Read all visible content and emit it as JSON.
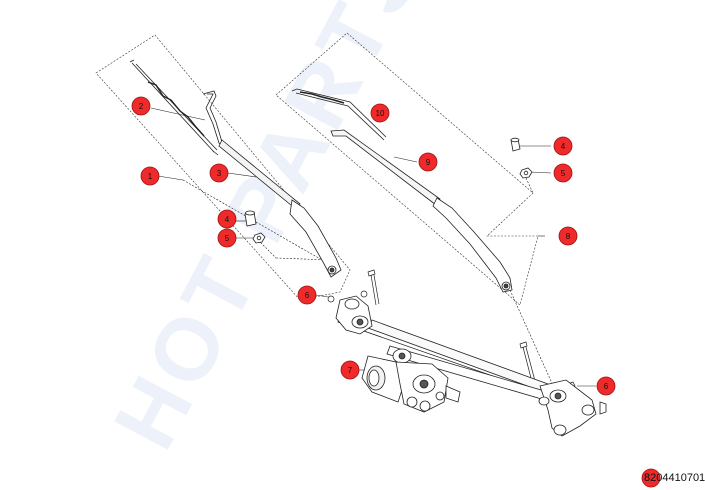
{
  "watermark": {
    "text": "HOT PARTS",
    "color": "#dfe6f7"
  },
  "callout_color": "#ee2a2a",
  "callouts": [
    {
      "id": "c1",
      "label": "1"
    },
    {
      "id": "c2",
      "label": "2"
    },
    {
      "id": "c3",
      "label": "3"
    },
    {
      "id": "c4a",
      "label": "4"
    },
    {
      "id": "c5a",
      "label": "5"
    },
    {
      "id": "c6a",
      "label": "6"
    },
    {
      "id": "c7",
      "label": "7"
    },
    {
      "id": "c10",
      "label": "10"
    },
    {
      "id": "c9",
      "label": "9"
    },
    {
      "id": "c4b",
      "label": "4"
    },
    {
      "id": "c5b",
      "label": "5"
    },
    {
      "id": "c8",
      "label": "8"
    },
    {
      "id": "c6b",
      "label": "6"
    }
  ],
  "part_number": "8204410701"
}
